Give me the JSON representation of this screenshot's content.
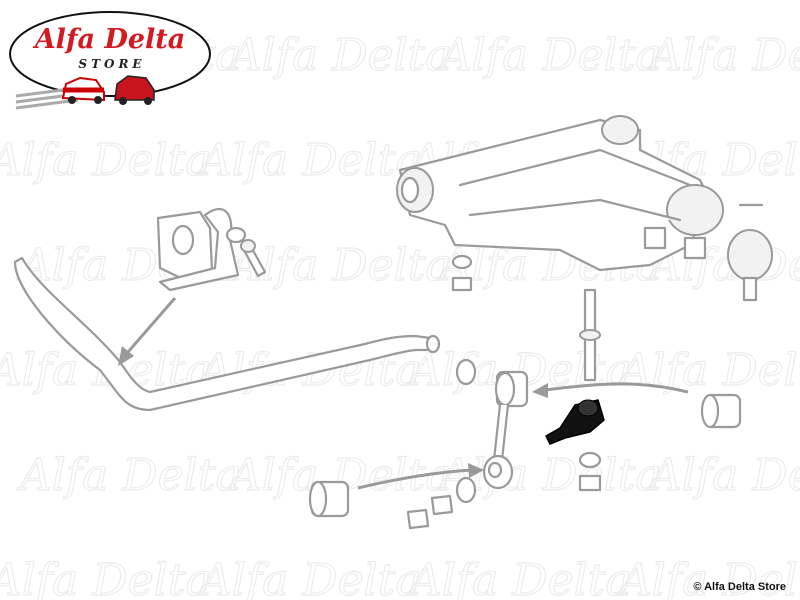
{
  "logo": {
    "brand": "Alfa Delta",
    "subtitle": "STORE"
  },
  "watermark": "Alfa Delta",
  "copyright": "© Alfa Delta Store",
  "colors": {
    "brand_red": "#d11a22",
    "line_gray": "#9a9a9a",
    "watermark": "#ececec",
    "highlight_part": "#111111"
  },
  "diagram": {
    "highlighted_part": "ball-joint-stud"
  }
}
